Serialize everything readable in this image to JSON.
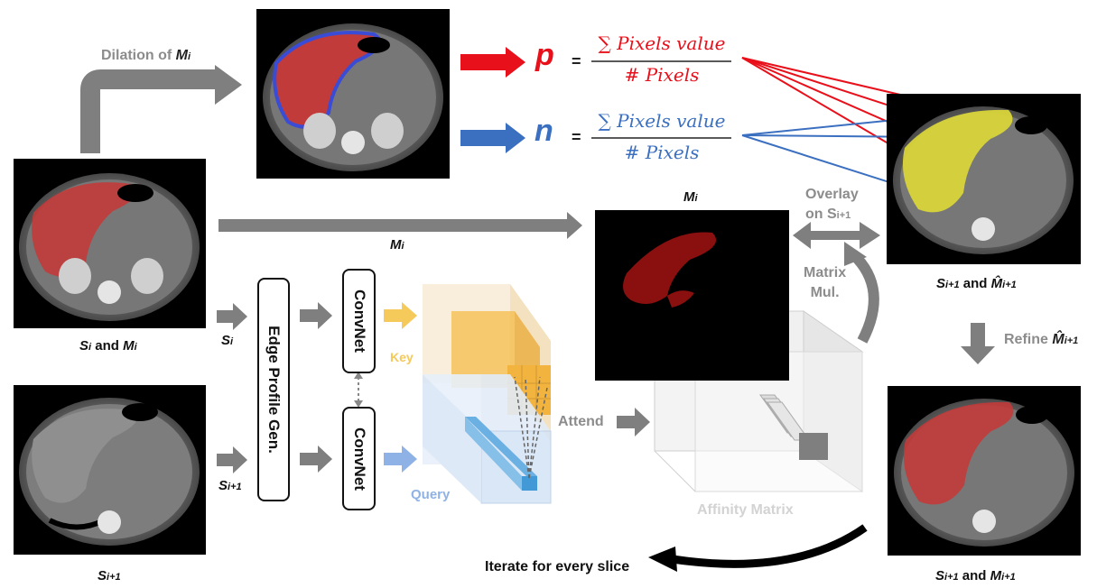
{
  "labels": {
    "dilation": "Dilation of",
    "dilation_m": "M",
    "dilation_sub": "i",
    "p_symbol": "p",
    "n_symbol": "n",
    "equals": "=",
    "sum_numerator": "∑ Pixels value",
    "denominator": "# Pixels",
    "mi_arrow": "M",
    "mi_arrow_sub": "i",
    "mi_image_title": "M",
    "mi_image_title_sub": "i",
    "overlay": "Overlay",
    "overlay_on": "on S",
    "overlay_sub": "i+1",
    "matrix_mul": "Matrix",
    "matrix_mul2": "Mul.",
    "si_mi_caption_s": "S",
    "si_mi_caption_sub1": "i",
    "si_mi_caption_and": " and ",
    "si_mi_caption_m": "M",
    "si_mi_caption_sub2": "i",
    "si_input": "S",
    "si_input_sub": "i",
    "si1_input": "S",
    "si1_input_sub": "i+1",
    "si1_caption": "S",
    "si1_caption_sub": "i+1",
    "edge_profile": "Edge Profile Gen.",
    "convnet_top": "ConvNet",
    "convnet_bottom": "ConvNet",
    "key": "Key",
    "query": "Query",
    "attend": "Attend",
    "affinity": "Affinity Matrix",
    "iterate": "Iterate for every slice",
    "top_right_caption_s": "S",
    "top_right_caption_sub": "i+1",
    "top_right_caption_and": " and ",
    "top_right_caption_m": "M̂",
    "top_right_caption_msub": "i+1",
    "refine": "Refine",
    "refine_m": "M̂",
    "refine_sub": "i+1",
    "bottom_right_caption_s": "S",
    "bottom_right_caption_sub": "i+1",
    "bottom_right_caption_and": " and ",
    "bottom_right_caption_m": "M",
    "bottom_right_caption_msub": "i+1"
  },
  "colors": {
    "red": "#e8101a",
    "blue": "#3b6fc0",
    "arrow_gray": "#7f7f7f",
    "key_orange": "#f5b323",
    "query_blue": "#5aa8df",
    "mask_red": "#c23b3b",
    "mask_yellow": "#d8d43a"
  }
}
